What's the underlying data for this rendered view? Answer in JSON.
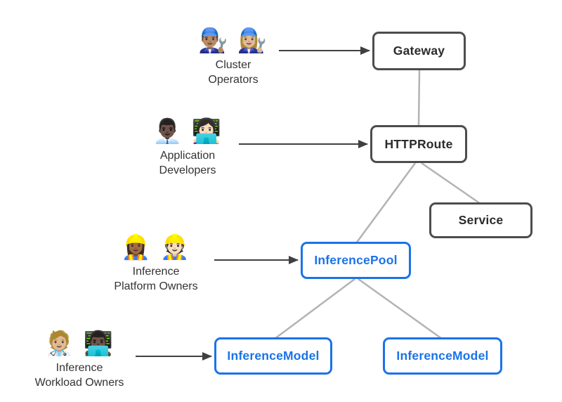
{
  "nodes": {
    "gateway": {
      "label": "Gateway"
    },
    "httproute": {
      "label": "HTTPRoute"
    },
    "service": {
      "label": "Service"
    },
    "inference_pool": {
      "label": "InferencePool"
    },
    "inference_model_left": {
      "label": "InferenceModel"
    },
    "inference_model_right": {
      "label": "InferenceModel"
    }
  },
  "actors": {
    "cluster_operators": {
      "emoji": "👨🏽‍🔧 👩🏼‍🔧",
      "label": "Cluster\nOperators"
    },
    "application_developers": {
      "emoji": "👨🏿‍💼 👩🏻‍💻",
      "label": "Application\nDevelopers"
    },
    "inference_platform_owners": {
      "emoji": "👷🏾‍♀️ 👷🏻",
      "label": "Inference\nPlatform Owners"
    },
    "inference_workload_owners": {
      "emoji": "🧑🏼‍⚕️ 👨🏿‍💻",
      "label": "Inference\nWorkload Owners"
    }
  },
  "colors": {
    "node_border": "#4d4d4d",
    "node_text": "#2b2b2b",
    "inference_blue": "#1a73e8",
    "connector_line": "#b3b3b3",
    "arrow": "#404040",
    "actor_text": "#333333",
    "background": "#ffffff"
  }
}
